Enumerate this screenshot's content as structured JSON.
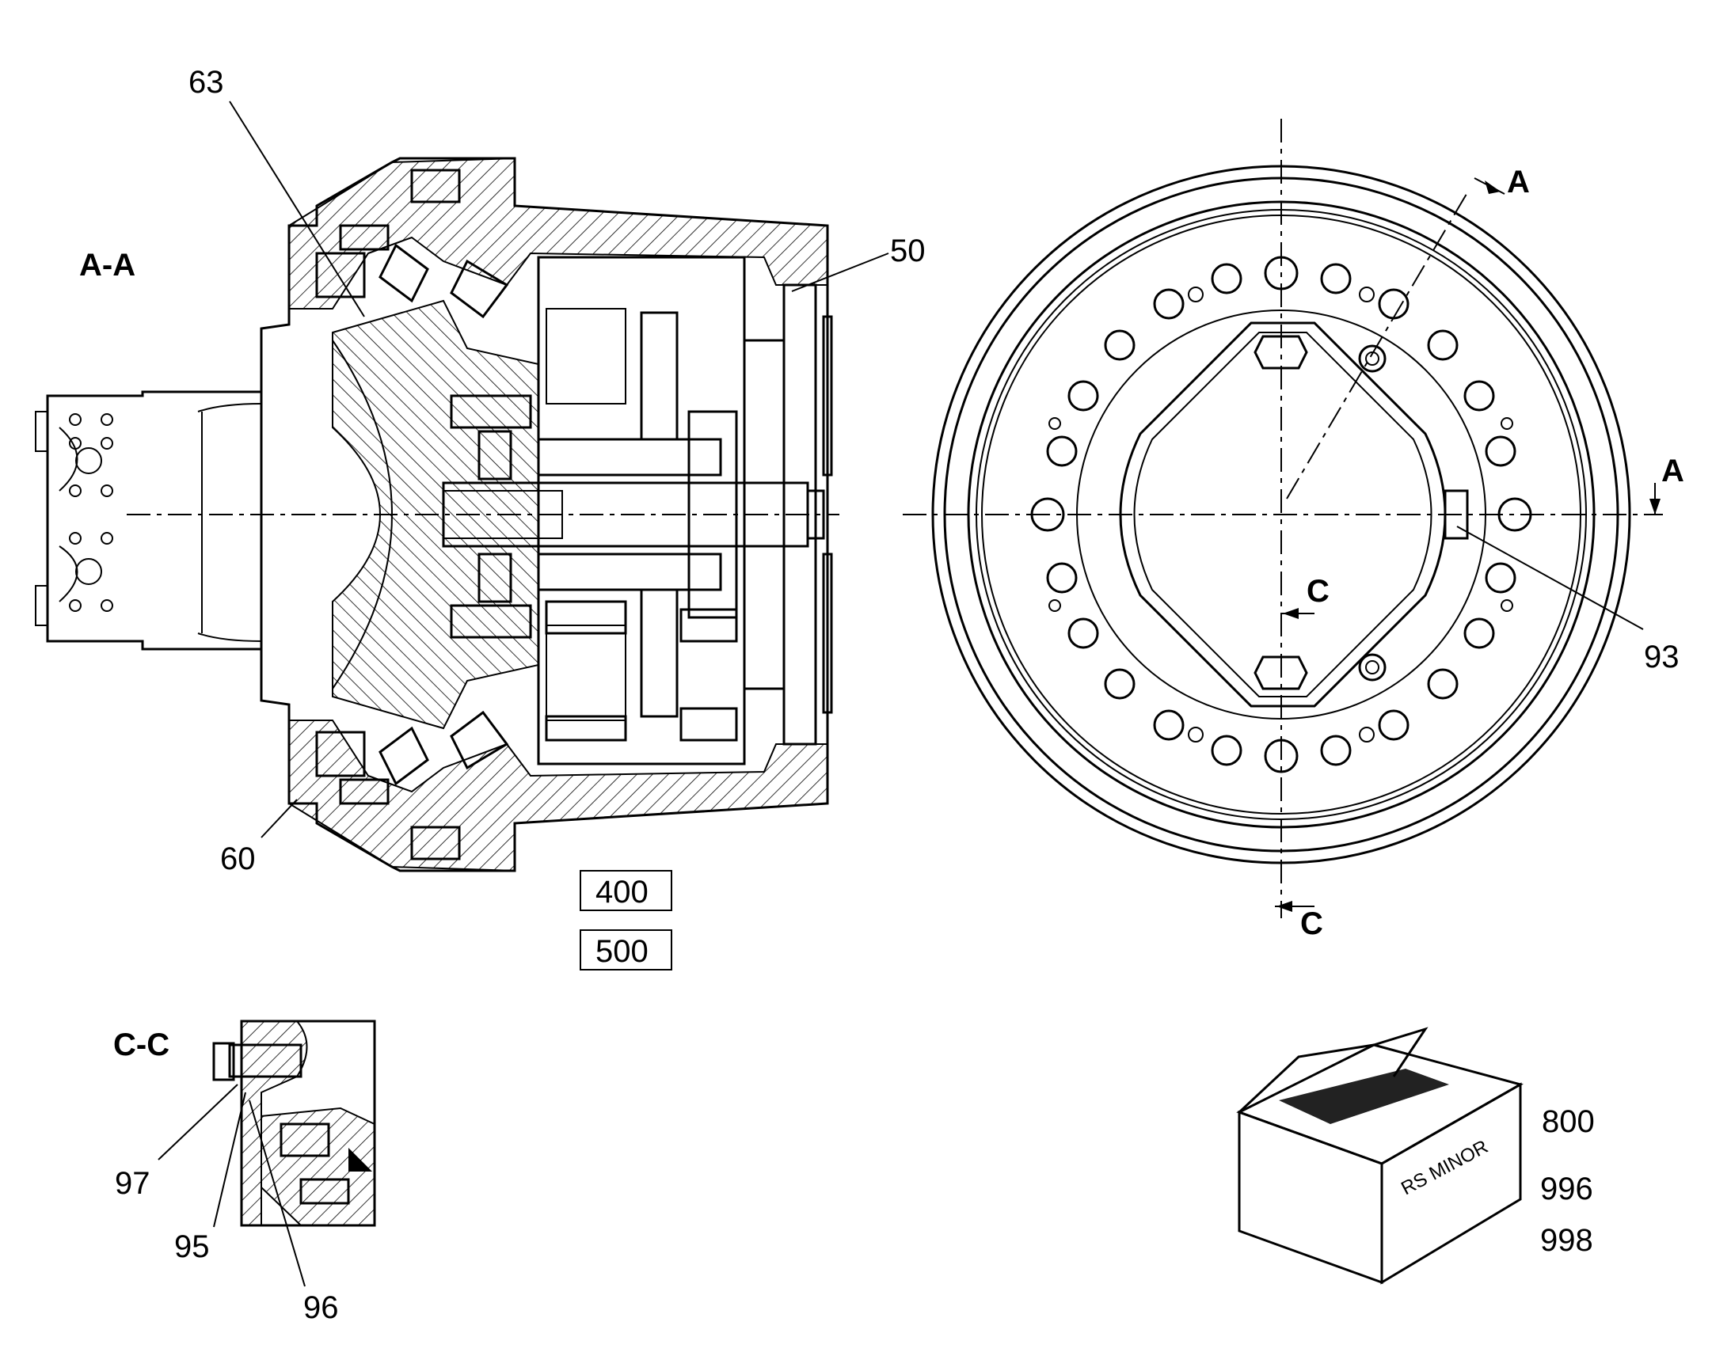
{
  "sections": {
    "aa": "A-A",
    "cc": "C-C",
    "a_top": "A",
    "a_right": "A",
    "c_mid": "C",
    "c_bottom": "C"
  },
  "callouts": {
    "p63": "63",
    "p50": "50",
    "p60": "60",
    "p93": "93",
    "p97": "97",
    "p95": "95",
    "p96": "96",
    "p800": "800",
    "p996": "996",
    "p998": "998"
  },
  "boxes": {
    "b400": "400",
    "b500": "500"
  },
  "box_text": "RS MINOR"
}
